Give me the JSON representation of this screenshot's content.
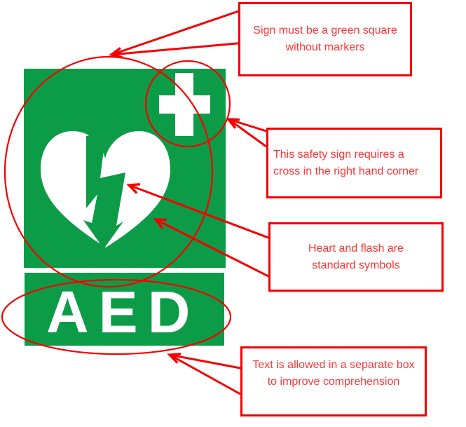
{
  "colors": {
    "sign_green": "#0c9c48",
    "symbol_white": "#ffffff",
    "annotation_red": "#f40000",
    "annotation_text_red": "#ff3434"
  },
  "sign": {
    "aed_label": "AED"
  },
  "callouts": [
    {
      "name": "green-square-note",
      "lines": [
        "Sign must be a green square",
        "without markers"
      ]
    },
    {
      "name": "cross-note",
      "lines": [
        "This safety sign requires a",
        "cross in the right hand corner"
      ]
    },
    {
      "name": "symbols-note",
      "lines": [
        "Heart and flash are",
        "standard symbols"
      ]
    },
    {
      "name": "text-box-note",
      "lines": [
        "Text is allowed in a separate box",
        "to improve comprehension"
      ]
    }
  ]
}
